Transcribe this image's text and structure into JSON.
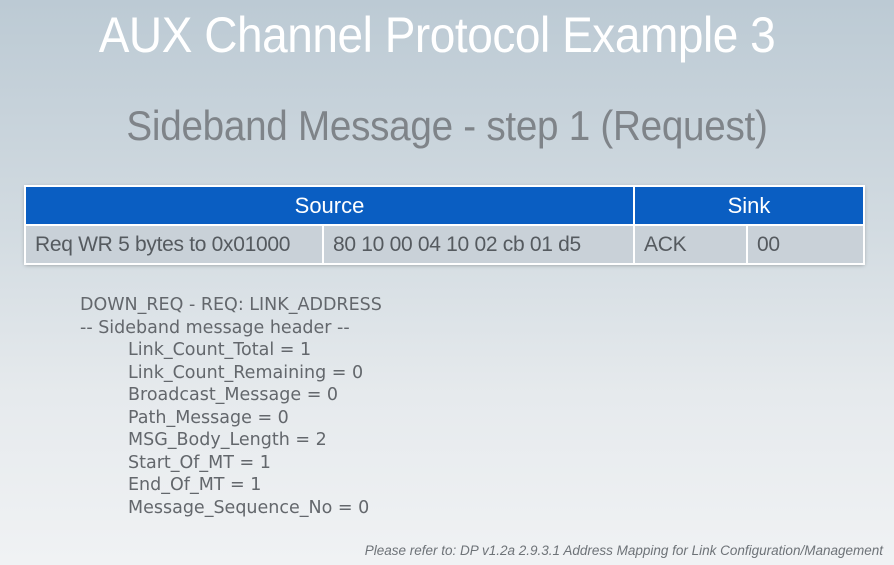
{
  "slide": {
    "title": "AUX Channel Protocol Example 3",
    "subtitle": "Sideband Message - step 1 (Request)"
  },
  "table": {
    "headers": {
      "source": "Source",
      "sink": "Sink"
    },
    "row": {
      "source_desc": "Req WR 5 bytes to 0x01000",
      "source_bytes": "80 10 00 04 10 02 cb 01 d5",
      "sink_status": "ACK",
      "sink_value": "00"
    }
  },
  "message": {
    "request_line": "DOWN_REQ - REQ: LINK_ADDRESS",
    "header_line": "-- Sideband message header --",
    "fields": [
      "Link_Count_Total = 1",
      "Link_Count_Remaining = 0",
      "Broadcast_Message = 0",
      "Path_Message = 0",
      "MSG_Body_Length = 2",
      "Start_Of_MT = 1",
      "End_Of_MT = 1",
      "Message_Sequence_No = 0"
    ]
  },
  "footer": {
    "reference": "Please refer to: DP v1.2a 2.9.3.1 Address Mapping for Link Configuration/Management"
  },
  "colors": {
    "header_blue": "#0a5ec2",
    "cell_gray": "#c9d1d8"
  }
}
